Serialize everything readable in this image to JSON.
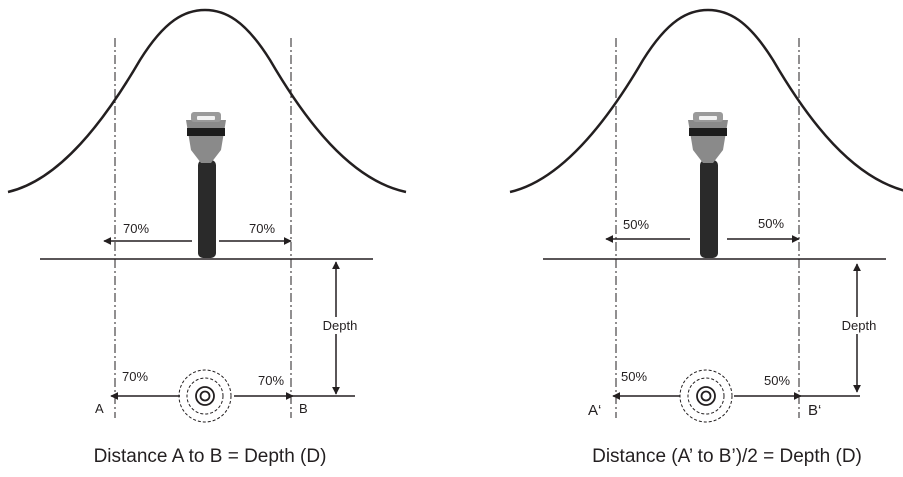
{
  "left_panel": {
    "arrow_labels": {
      "upper_left": "70%",
      "upper_right": "70%",
      "lower_left": "70%",
      "lower_right": "70%"
    },
    "point_labels": {
      "start": "A",
      "end": "B"
    },
    "depth_label": "Depth",
    "caption": "Distance A to B = Depth (D)"
  },
  "right_panel": {
    "arrow_labels": {
      "upper_left": "50%",
      "upper_right": "50%",
      "lower_left": "50%",
      "lower_right": "50%"
    },
    "point_labels": {
      "start": "A‘",
      "end": "B‘"
    },
    "depth_label": "Depth",
    "caption": "Distance (A’ to B’)/2 = Depth (D)"
  },
  "colors": {
    "ink": "#231f20",
    "locator_dark": "#2a2a2a",
    "locator_gray": "#8a8a8a"
  }
}
